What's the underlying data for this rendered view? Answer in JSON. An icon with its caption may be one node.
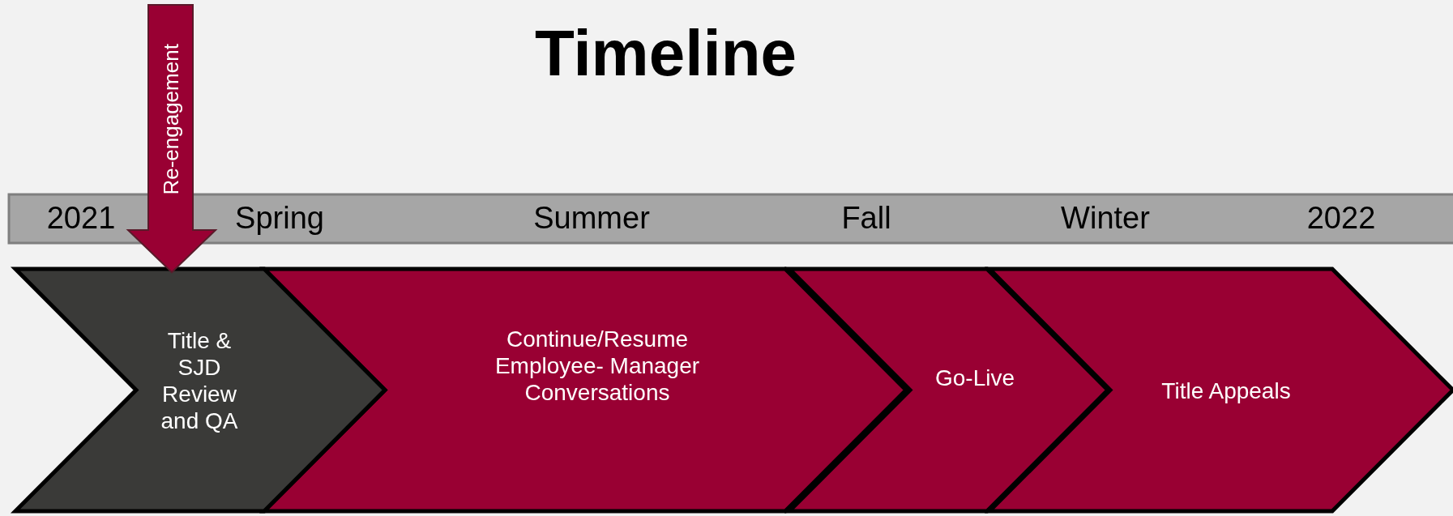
{
  "diagram": {
    "title": "Timeline",
    "nodes": [
      {
        "text": [
          "Re-engagement"
        ]
      },
      {
        "text": [
          "Title & SJD Review and QA"
        ]
      },
      {
        "text": [
          "Continue/Resume Employee- Manager Conversations"
        ]
      },
      {
        "text": [
          "Go-Live"
        ]
      },
      {
        "text": [
          "Title Appeals"
        ]
      }
    ],
    "labels": [
      "2021",
      "Spring",
      "Summer",
      "Fall",
      "Winter",
      "2022"
    ]
  }
}
